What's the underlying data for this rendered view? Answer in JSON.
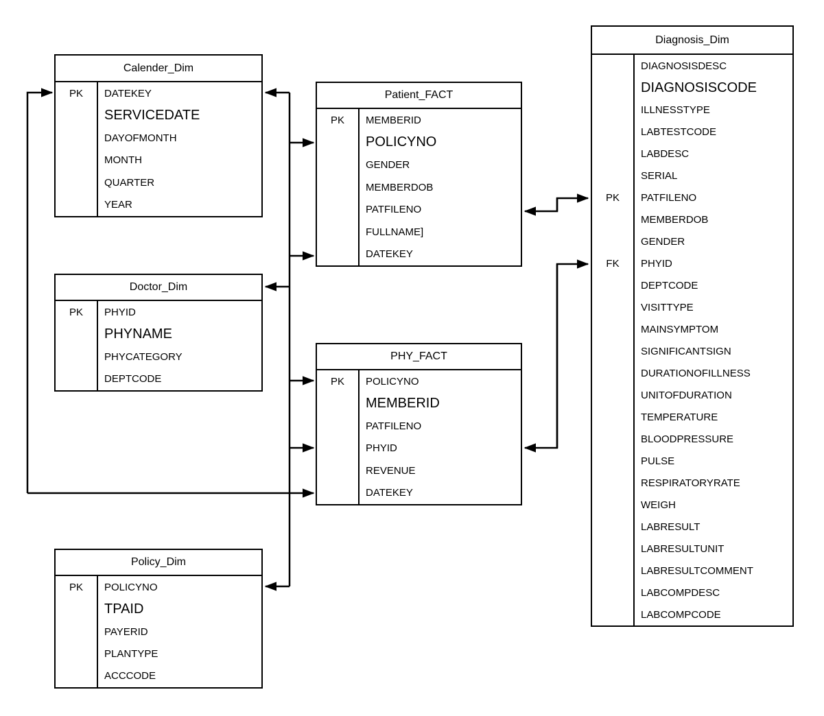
{
  "entities": [
    {
      "id": "calender_dim",
      "title": "Calender_Dim",
      "rows": [
        {
          "key": "PK",
          "name": "DATEKEY",
          "large": false
        },
        {
          "key": "",
          "name": "SERVICEDATE",
          "large": true
        },
        {
          "key": "",
          "name": "DAYOFMONTH",
          "large": false
        },
        {
          "key": "",
          "name": "MONTH",
          "large": false
        },
        {
          "key": "",
          "name": "QUARTER",
          "large": false
        },
        {
          "key": "",
          "name": "YEAR",
          "large": false
        }
      ]
    },
    {
      "id": "patient_fact",
      "title": "Patient_FACT",
      "rows": [
        {
          "key": "PK",
          "name": "MEMBERID",
          "large": false
        },
        {
          "key": "",
          "name": "POLICYNO",
          "large": true
        },
        {
          "key": "",
          "name": "GENDER",
          "large": false
        },
        {
          "key": "",
          "name": "MEMBERDOB",
          "large": false
        },
        {
          "key": "",
          "name": "PATFILENO",
          "large": false
        },
        {
          "key": "",
          "name": "FULLNAME]",
          "large": false
        },
        {
          "key": "",
          "name": "DATEKEY",
          "large": false
        }
      ]
    },
    {
      "id": "doctor_dim",
      "title": "Doctor_Dim",
      "rows": [
        {
          "key": "PK",
          "name": "PHYID",
          "large": false
        },
        {
          "key": "",
          "name": "PHYNAME",
          "large": true
        },
        {
          "key": "",
          "name": "PHYCATEGORY",
          "large": false
        },
        {
          "key": "",
          "name": "DEPTCODE",
          "large": false
        }
      ]
    },
    {
      "id": "phy_fact",
      "title": "PHY_FACT",
      "rows": [
        {
          "key": "PK",
          "name": "POLICYNO",
          "large": false
        },
        {
          "key": "",
          "name": "MEMBERID",
          "large": true
        },
        {
          "key": "",
          "name": "PATFILENO",
          "large": false
        },
        {
          "key": "",
          "name": "PHYID",
          "large": false
        },
        {
          "key": "",
          "name": "REVENUE",
          "large": false
        },
        {
          "key": "",
          "name": "DATEKEY",
          "large": false
        }
      ]
    },
    {
      "id": "policy_dim",
      "title": "Policy_Dim",
      "rows": [
        {
          "key": "PK",
          "name": "POLICYNO",
          "large": false
        },
        {
          "key": "",
          "name": "TPAID",
          "large": true
        },
        {
          "key": "",
          "name": "PAYERID",
          "large": false
        },
        {
          "key": "",
          "name": "PLANTYPE",
          "large": false
        },
        {
          "key": "",
          "name": "ACCCODE",
          "large": false
        }
      ]
    },
    {
      "id": "diagnosis_dim",
      "title": "Diagnosis_Dim",
      "rows": [
        {
          "key": "",
          "name": "DIAGNOSISDESC",
          "large": false
        },
        {
          "key": "",
          "name": "DIAGNOSISCODE",
          "large": true
        },
        {
          "key": "",
          "name": "ILLNESSTYPE",
          "large": false
        },
        {
          "key": "",
          "name": "LABTESTCODE",
          "large": false
        },
        {
          "key": "",
          "name": "LABDESC",
          "large": false
        },
        {
          "key": "",
          "name": "SERIAL",
          "large": false
        },
        {
          "key": "PK",
          "name": "PATFILENO",
          "large": false
        },
        {
          "key": "",
          "name": "MEMBERDOB",
          "large": false
        },
        {
          "key": "",
          "name": "GENDER",
          "large": false
        },
        {
          "key": "FK",
          "name": "PHYID",
          "large": false
        },
        {
          "key": "",
          "name": "DEPTCODE",
          "large": false
        },
        {
          "key": "",
          "name": "VISITTYPE",
          "large": false
        },
        {
          "key": "",
          "name": "MAINSYMPTOM",
          "large": false
        },
        {
          "key": "",
          "name": "SIGNIFICANTSIGN",
          "large": false
        },
        {
          "key": "",
          "name": "DURATIONOFILLNESS",
          "large": false
        },
        {
          "key": "",
          "name": "UNITOFDURATION",
          "large": false
        },
        {
          "key": "",
          "name": "TEMPERATURE",
          "large": false
        },
        {
          "key": "",
          "name": "BLOODPRESSURE",
          "large": false
        },
        {
          "key": "",
          "name": "PULSE",
          "large": false
        },
        {
          "key": "",
          "name": "RESPIRATORYRATE",
          "large": false
        },
        {
          "key": "",
          "name": "WEIGH",
          "large": false
        },
        {
          "key": "",
          "name": "LABRESULT",
          "large": false
        },
        {
          "key": "",
          "name": "LABRESULTUNIT",
          "large": false
        },
        {
          "key": "",
          "name": "LABRESULTCOMMENT",
          "large": false
        },
        {
          "key": "",
          "name": "LABCOMPDESC",
          "large": false
        },
        {
          "key": "",
          "name": "LABCOMPCODE",
          "large": false
        }
      ]
    }
  ],
  "connections": [
    {
      "id": "center-bus",
      "endpoints": [
        "Calender_Dim.DATEKEY",
        "Patient_FACT.POLICYNO",
        "Patient_FACT.DATEKEY",
        "Doctor_Dim",
        "PHY_FACT.POLICYNO",
        "PHY_FACT.PHYID",
        "Policy_Dim.POLICYNO"
      ]
    },
    {
      "id": "datekey-loop",
      "endpoints": [
        "Calender_Dim.DATEKEY",
        "PHY_FACT.DATEKEY"
      ]
    },
    {
      "id": "patfileno-link",
      "endpoints": [
        "Patient_FACT.PATFILENO",
        "Diagnosis_Dim.PATFILENO"
      ]
    },
    {
      "id": "phyid-link",
      "endpoints": [
        "PHY_FACT.PHYID",
        "Diagnosis_Dim.PHYID"
      ]
    }
  ],
  "colors": {
    "line": "#000000",
    "background": "#ffffff",
    "text": "#000000"
  }
}
